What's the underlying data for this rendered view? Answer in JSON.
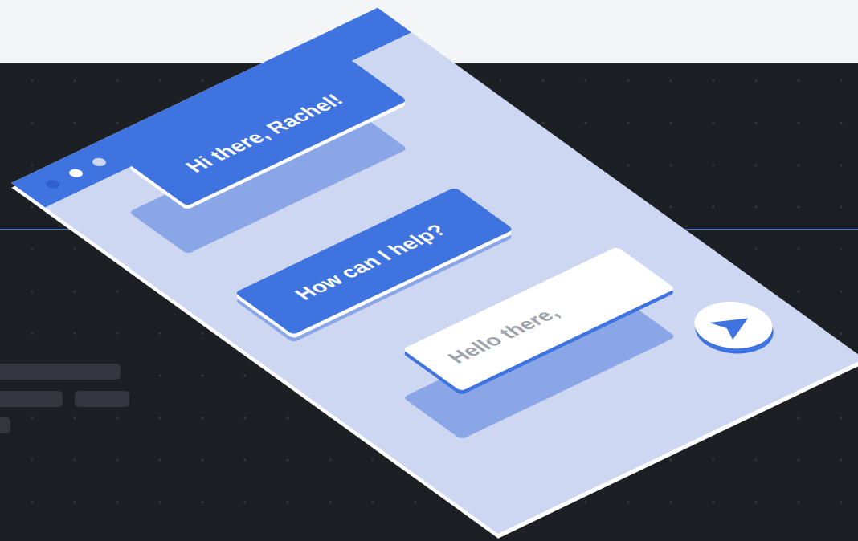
{
  "diagram": {
    "nodes": [
      {
        "text": [
          "Hi there, Rachel!"
        ]
      },
      {
        "text": [
          "How can I help?"
        ]
      },
      {
        "text": [
          "Hello there,"
        ]
      }
    ]
  }
}
